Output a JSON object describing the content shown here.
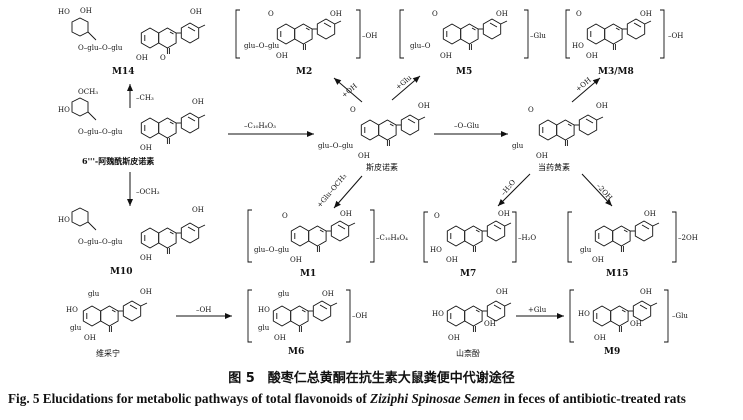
{
  "molecules": {
    "m14": {
      "label": "M14",
      "sub": "O–glu–O–glu"
    },
    "acetyl": {
      "label": "6'''-阿魏酰斯皮诺素",
      "sub": "O–glu–O–glu",
      "group": "OCH₃"
    },
    "m10": {
      "label": "M10",
      "sub": "O–glu–O–glu"
    },
    "weicai": {
      "label": "维采宁",
      "glu": "glu"
    },
    "m2": {
      "label": "M2",
      "sub": "glu–O–glu",
      "attach": "–OH"
    },
    "spinosin": {
      "label": "斯皮诺素",
      "sub": "glu–O–glu"
    },
    "m1": {
      "label": "M1",
      "sub": "glu–O–glu",
      "attach": "–C₁₀H₈O₄"
    },
    "m6": {
      "label": "M6",
      "glu": "glu",
      "attach": "–OH"
    },
    "m5": {
      "label": "M5",
      "attach": "–Glu"
    },
    "m38": {
      "label": "M3/M8",
      "attach": "–OH"
    },
    "swertisin": {
      "label": "当药黄素"
    },
    "m7": {
      "label": "M7",
      "attach": "–H₂O"
    },
    "m15": {
      "label": "M15",
      "attach": "–2OH"
    },
    "kaempferol": {
      "label": "山柰酚"
    },
    "m9": {
      "label": "M9",
      "attach": "–Glu"
    }
  },
  "arrows": {
    "to_m14": "–CH₃",
    "to_m10": "–OCH₃",
    "to_spinosin": "–C₁₀H₈O₃",
    "to_m6": "–OH",
    "to_m2": "+OH",
    "to_m5": "+Glu",
    "to_m1": "+Glu–OCH₃",
    "to_swertisin": "–O–Glu",
    "to_m38": "+OH",
    "to_m7": "–H₂O",
    "to_m15": "–2OH",
    "to_m9": "+Glu"
  },
  "caption": {
    "zh": "图 5　酸枣仁总黄酮在抗生素大鼠粪便中代谢途径",
    "en_prefix": "Fig. 5   Elucidations for metabolic pathways of total flavonoids of ",
    "en_italic": "Ziziphi Spinosae Semen",
    "en_suffix": " in feces of antibiotic-treated rats"
  }
}
